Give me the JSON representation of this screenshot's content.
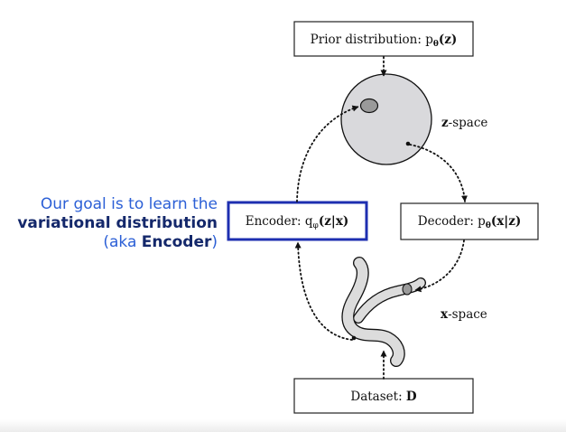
{
  "diagram": {
    "prior_box": {
      "prefix": "Prior distribution: p",
      "sub": "θ",
      "arg": "(z)"
    },
    "encoder_box": {
      "prefix": "Encoder: q",
      "sub": "φ",
      "arg": "(z|x)"
    },
    "decoder_box": {
      "prefix": "Decoder: p",
      "sub": "θ",
      "arg": "(x|z)"
    },
    "dataset_box": {
      "prefix": "Dataset: ",
      "arg": "D"
    },
    "z_space": {
      "bold": "z",
      "rest": "-space"
    },
    "x_space": {
      "bold": "x",
      "rest": "-space"
    }
  },
  "caption": {
    "line1": "Our goal is to learn the",
    "line2": "variational distribution",
    "line3_open": "(aka ",
    "line3_bold": "Encoder",
    "line3_close": ")"
  },
  "colors": {
    "accent": "#1e2fb0",
    "caption_light": "#2b5fd6",
    "caption_dark": "#14286b",
    "blob_fill": "#dcdcdc",
    "circle_fill": "#d9d9dc",
    "marker_fill": "#9a9a9a"
  }
}
